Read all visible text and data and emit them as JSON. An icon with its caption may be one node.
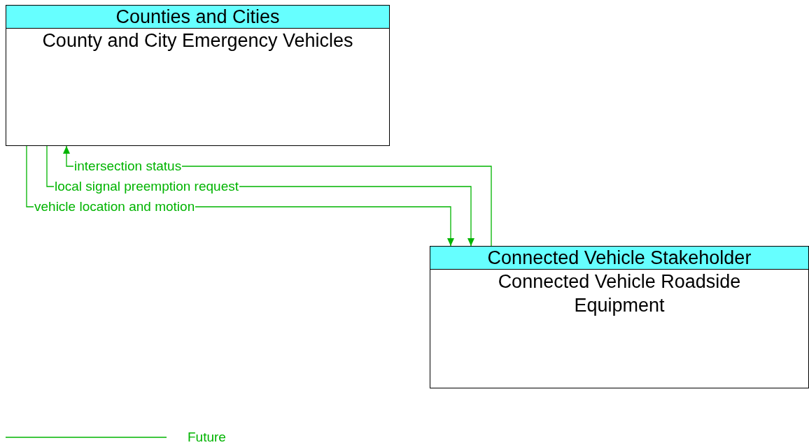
{
  "diagram": {
    "nodes": [
      {
        "text": [
          "Counties and Cities",
          "County and City Emergency Vehicles"
        ]
      },
      {
        "text": [
          "Connected Vehicle Stakeholder",
          "Connected Vehicle Roadside Equipment"
        ]
      }
    ],
    "edges": [
      {
        "from": 1,
        "to": 0,
        "arrow": "to",
        "label": "intersection status"
      },
      {
        "from": 0,
        "to": 1,
        "arrow": "to",
        "label": "local signal preemption request"
      },
      {
        "from": 0,
        "to": 1,
        "arrow": "to",
        "label": "vehicle location and motion"
      }
    ],
    "legend": [
      {
        "text": "Future"
      }
    ]
  }
}
